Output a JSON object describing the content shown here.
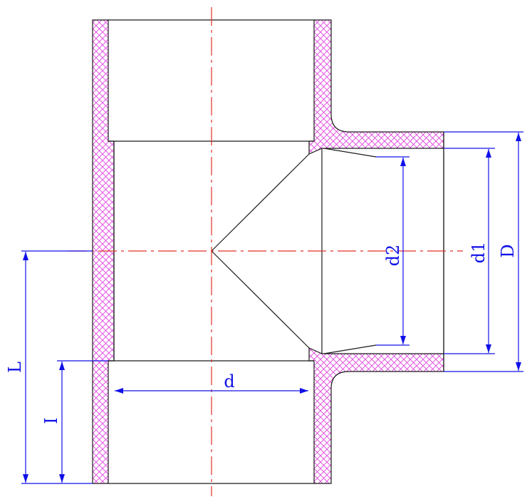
{
  "labels": {
    "d": "d",
    "d1": "d1",
    "d2": "d2",
    "D": "D",
    "L": "L",
    "I": "I"
  },
  "colors": {
    "outline": "#1a1a1a",
    "hatch": "#e040e0",
    "centerline": "#e0302a",
    "dimension": "#1010e8"
  }
}
